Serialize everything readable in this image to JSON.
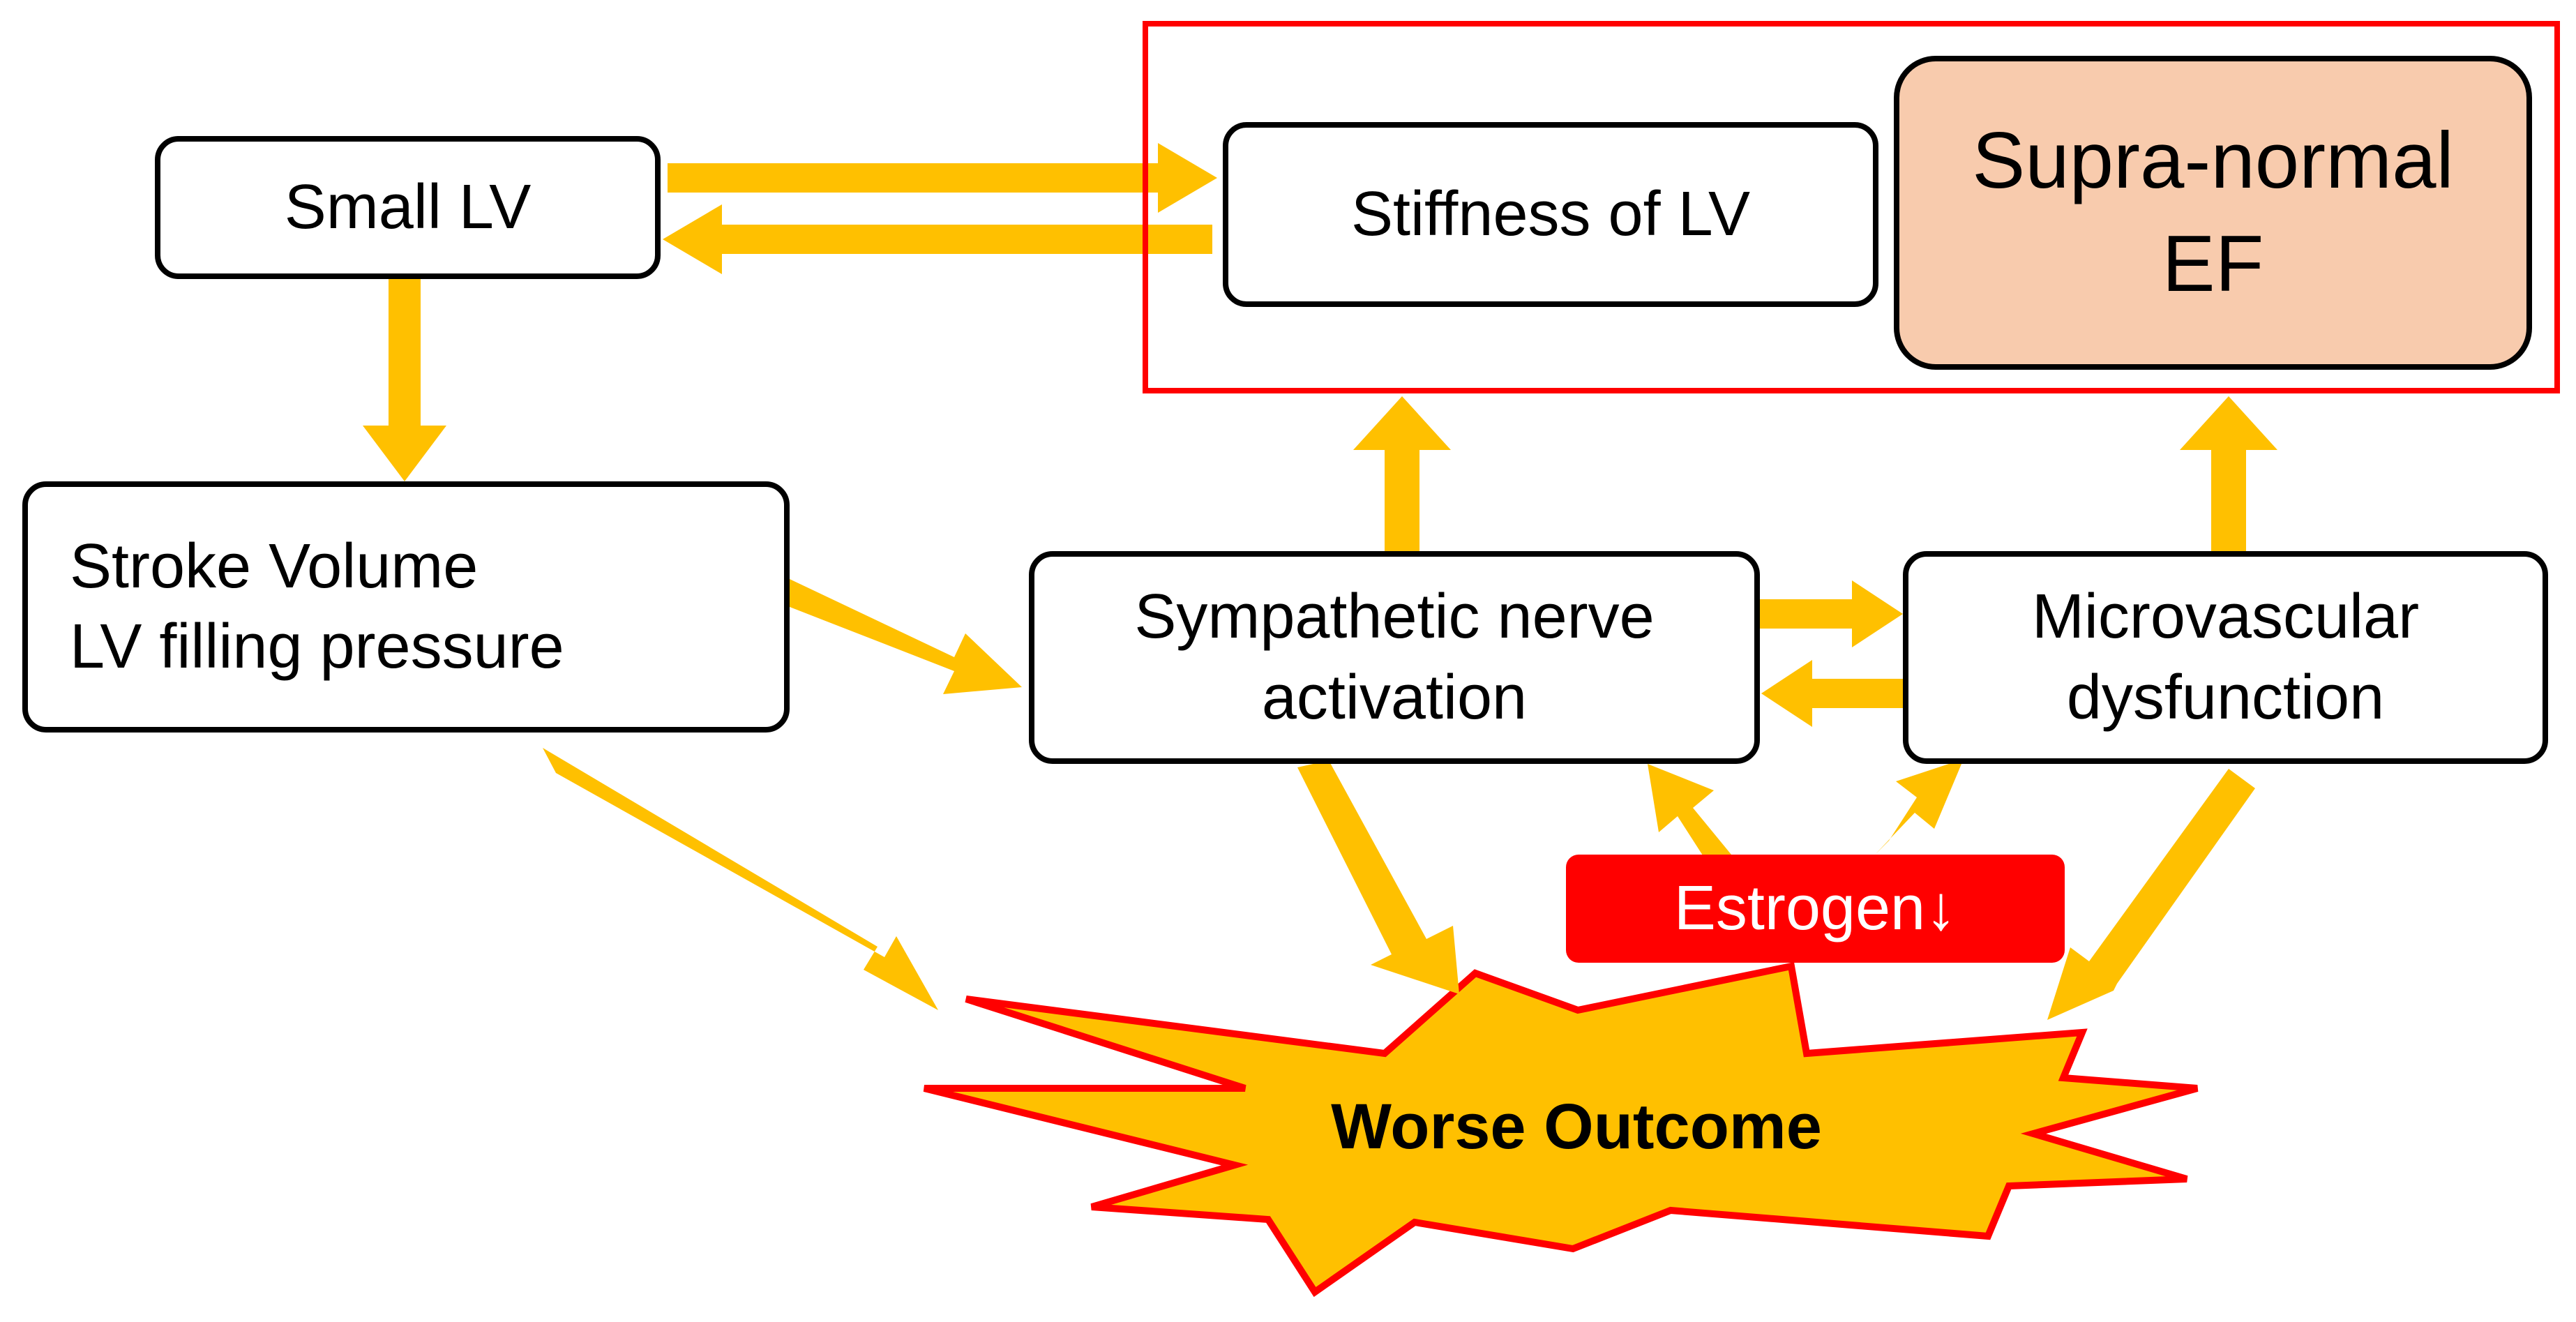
{
  "boxes": {
    "small_lv": "Small LV",
    "stiffness": "Stiffness of LV",
    "supra_normal": [
      "Supra-normal",
      "EF"
    ],
    "stroke": [
      "Stroke Volume",
      "LV filling pressure"
    ],
    "sympathetic": [
      "Sympathetic nerve",
      "activation"
    ],
    "microvascular": [
      "Microvascular",
      "dysfunction"
    ]
  },
  "estrogen": "Estrogen↓",
  "outcome": "Worse Outcome",
  "colors": {
    "arrow": "#ffc000",
    "frame": "#ff0000",
    "supra_fill": "#f8cbad",
    "down_arrow": "#0070c0",
    "up_arrow": "#ff0000",
    "estrogen_fill": "#ff0000",
    "burst_fill": "#ffc000",
    "burst_stroke": "#ff0000"
  },
  "icons": {
    "stroke_volume": "down-arrow-icon",
    "filling_pressure": "up-arrow-icon"
  }
}
